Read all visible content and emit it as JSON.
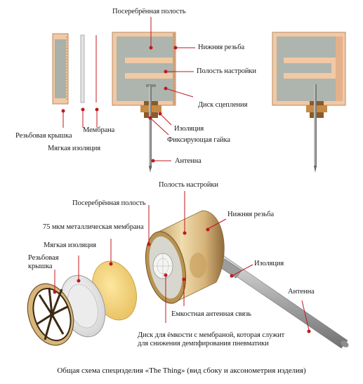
{
  "labels": {
    "silvered_cavity_top": "Посеребрённая полость",
    "lower_thread_top": "Нижняя резьба",
    "tuning_cavity_top": "Полость настройки",
    "coupling_disk": "Диск сцепления",
    "threaded_cap_top": "Резьбовая крышка",
    "membrane_top": "Мембрана",
    "soft_insulation_top": "Мягкая изоляция",
    "insulation_top": "Изоляция",
    "locking_nut": "Фиксирующая гайка",
    "antenna_top": "Антенна",
    "tuning_cavity_iso": "Полость настройки",
    "silvered_cavity_iso": "Посеребрённая полость",
    "lower_thread_iso": "Нижняя резьба",
    "metal_membrane": "75 мкм металлическая мембрана",
    "soft_insulation_iso": "Мягкая изоляция",
    "threaded_cap_iso": "Резьбовая\nкрышка",
    "insulation_iso": "Изоляция",
    "antenna_iso": "Антенна",
    "capacitive_coupling": "Емкостная антенная связь",
    "disk_capacity": "Диск для ёмкости с мембраной, которая служит для снижения демпфирования пневматики"
  },
  "caption": "Общая схема специзделия «The Thing» (вид сбоку и аксонометрия изделия)",
  "colors": {
    "body": "#f1c9a4",
    "body_edge": "#cf9a71",
    "cavity": "#adb5ae",
    "cavity_light": "#cfd6cf",
    "pointer": "#c0181d",
    "metal": "#9a9a9a",
    "nut": "#8a5a2a"
  }
}
